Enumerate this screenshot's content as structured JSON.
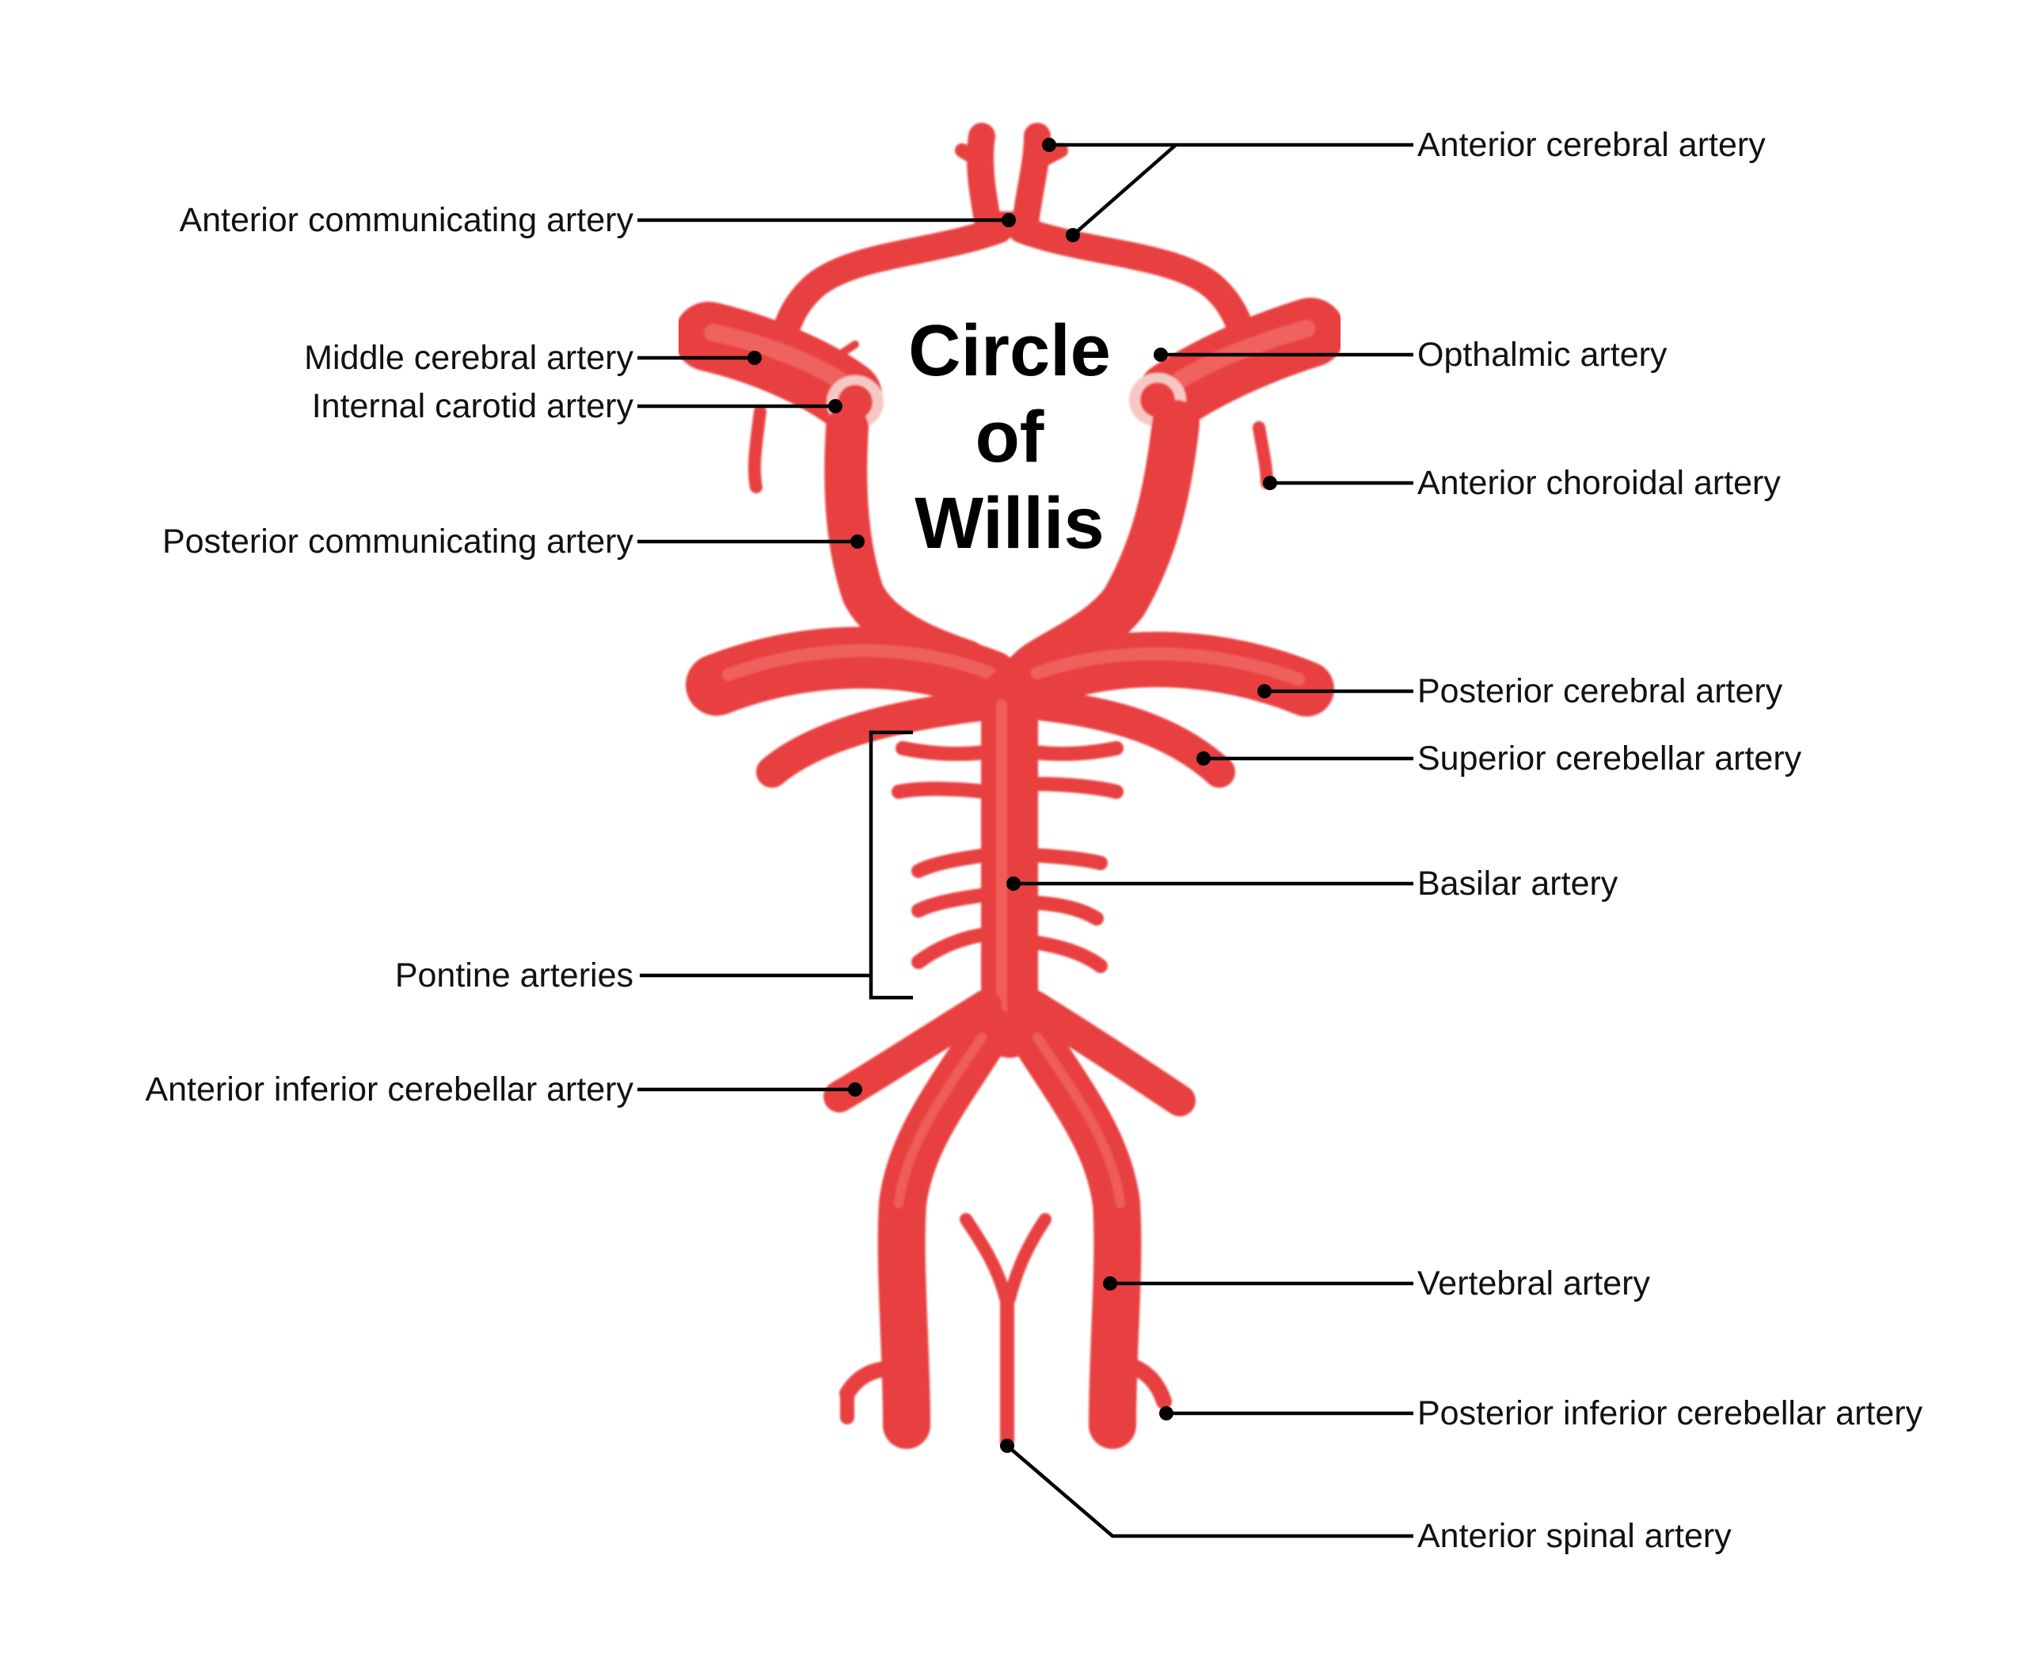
{
  "title": {
    "line1": "Circle",
    "line2": "of",
    "line3": "Willis"
  },
  "labels": {
    "anterior_cerebral": "Anterior cerebral artery",
    "anterior_communicating": "Anterior communicating artery",
    "middle_cerebral": "Middle cerebral artery",
    "internal_carotid": "Internal carotid artery",
    "posterior_communicating": "Posterior communicating artery",
    "opthalmic": "Opthalmic artery",
    "anterior_choroidal": "Anterior choroidal artery",
    "posterior_cerebral": "Posterior cerebral artery",
    "superior_cerebellar": "Superior cerebellar artery",
    "basilar": "Basilar artery",
    "pontine": "Pontine arteries",
    "anterior_inferior_cerebellar": "Anterior inferior cerebellar artery",
    "vertebral": "Vertebral artery",
    "posterior_inferior_cerebellar": "Posterior inferior cerebellar artery",
    "anterior_spinal": "Anterior spinal artery"
  },
  "colors": {
    "artery": "#e8403f",
    "artery_highlight": "#f47a72",
    "artery_dark": "#c8282b",
    "lumen_ring": "#f6c8c4",
    "leader": "#000000"
  }
}
